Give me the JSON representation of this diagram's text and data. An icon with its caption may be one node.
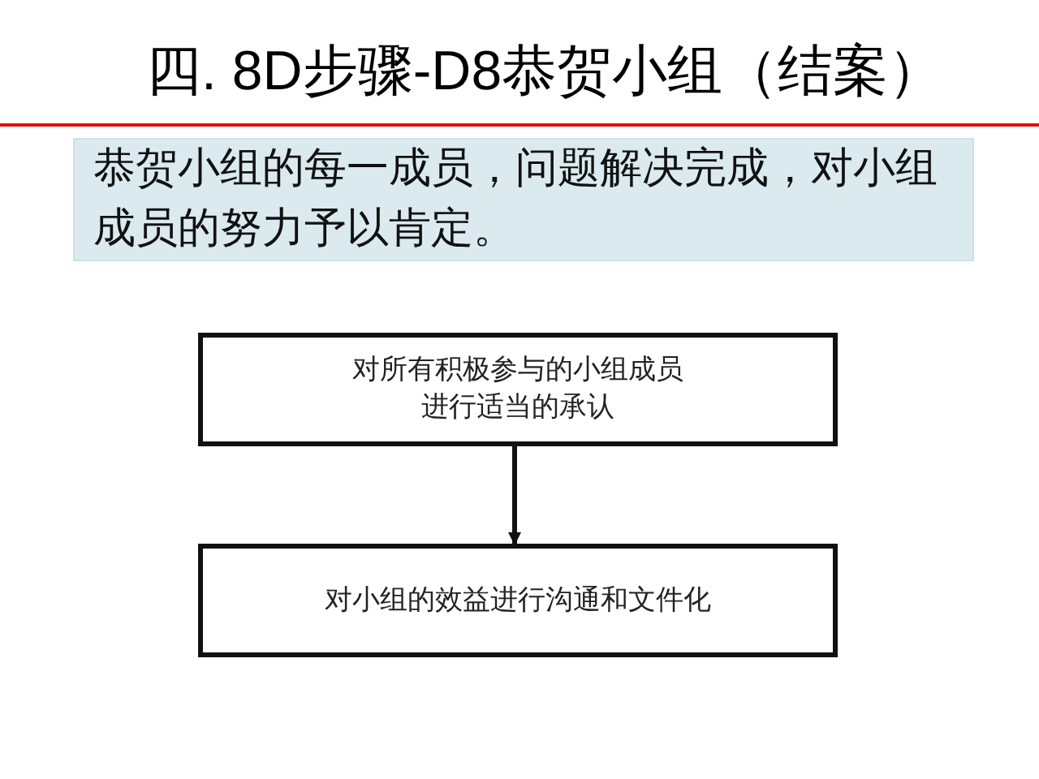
{
  "diagram": {
    "title": "四. 8D步骤-D8恭贺小组（结案）",
    "nodes": [
      {
        "text": [
          "恭贺小组的每一成员，问题解决完成，对小组成员的努力予以肯定。"
        ]
      },
      {
        "text": [
          "对所有积极参与的小组成员进行适当的承认"
        ]
      },
      {
        "text": [
          "对小组的效益进行沟通和文件化"
        ]
      }
    ],
    "edges": [
      {
        "from": 1,
        "to": 2,
        "arrow": "to"
      }
    ]
  }
}
